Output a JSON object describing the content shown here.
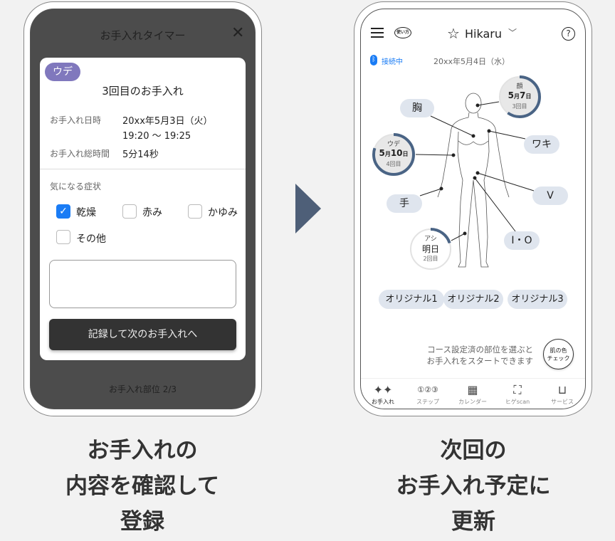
{
  "left_phone": {
    "title": "お手入れタイマー",
    "badge": "ウデ",
    "card_title": "3回目のお手入れ",
    "date_label": "お手入れ日時",
    "date_value": "20xx年5月3日（火）",
    "time_value": "19:20 〜 19:25",
    "total_label": "お手入れ総時間",
    "total_value": "5分14秒",
    "symptoms_label": "気になる症状",
    "symptoms": [
      {
        "label": "乾燥",
        "checked": true
      },
      {
        "label": "赤み",
        "checked": false
      },
      {
        "label": "かゆみ",
        "checked": false
      },
      {
        "label": "その他",
        "checked": false
      }
    ],
    "memo_value": "",
    "record_button": "記録して次のお手入れへ",
    "progress_text": "お手入れ部位 2/3"
  },
  "right_phone": {
    "user_name": "Hikaru",
    "howto_label": "使い方",
    "connection_status": "接続中",
    "date": "20xx年5月4日（水）",
    "rings": [
      {
        "part": "顔",
        "date_m": "5",
        "date_d": "7",
        "count": "3回目",
        "progress": 0.6
      },
      {
        "part": "ウデ",
        "date_m": "5",
        "date_d": "10",
        "count": "4回目",
        "progress": 0.8
      },
      {
        "part": "アシ",
        "date_text": "明日",
        "count": "2回目",
        "progress": 0.2
      }
    ],
    "parts": {
      "chest": "胸",
      "armpit": "ワキ",
      "hand": "手",
      "v": "V",
      "io": "I・O"
    },
    "originals": [
      "オリジナル1",
      "オリジナル2",
      "オリジナル3"
    ],
    "hint_line1": "コース設定済の部位を選ぶと",
    "hint_line2": "お手入れをスタートできます",
    "skin_check_line1": "肌の色",
    "skin_check_line2": "チェック",
    "tabs": [
      {
        "label": "お手入れ",
        "icon": "sparkle-icon",
        "active": true
      },
      {
        "label": "ステップ",
        "icon": "steps-icon"
      },
      {
        "label": "カレンダー",
        "icon": "calendar-icon"
      },
      {
        "label": "ヒゲscan",
        "icon": "scan-icon"
      },
      {
        "label": "サービス",
        "icon": "gift-icon"
      }
    ]
  },
  "colors": {
    "ring": "#4a6485",
    "pill": "#dfe5ee",
    "badge": "#8078bd",
    "checkbox": "#1a7cf5",
    "arrow": "#4e5f78"
  },
  "captions": {
    "left": [
      "お手入れの",
      "内容を確認して",
      "登録"
    ],
    "right": [
      "次回の",
      "お手入れ予定に",
      "更新"
    ]
  }
}
